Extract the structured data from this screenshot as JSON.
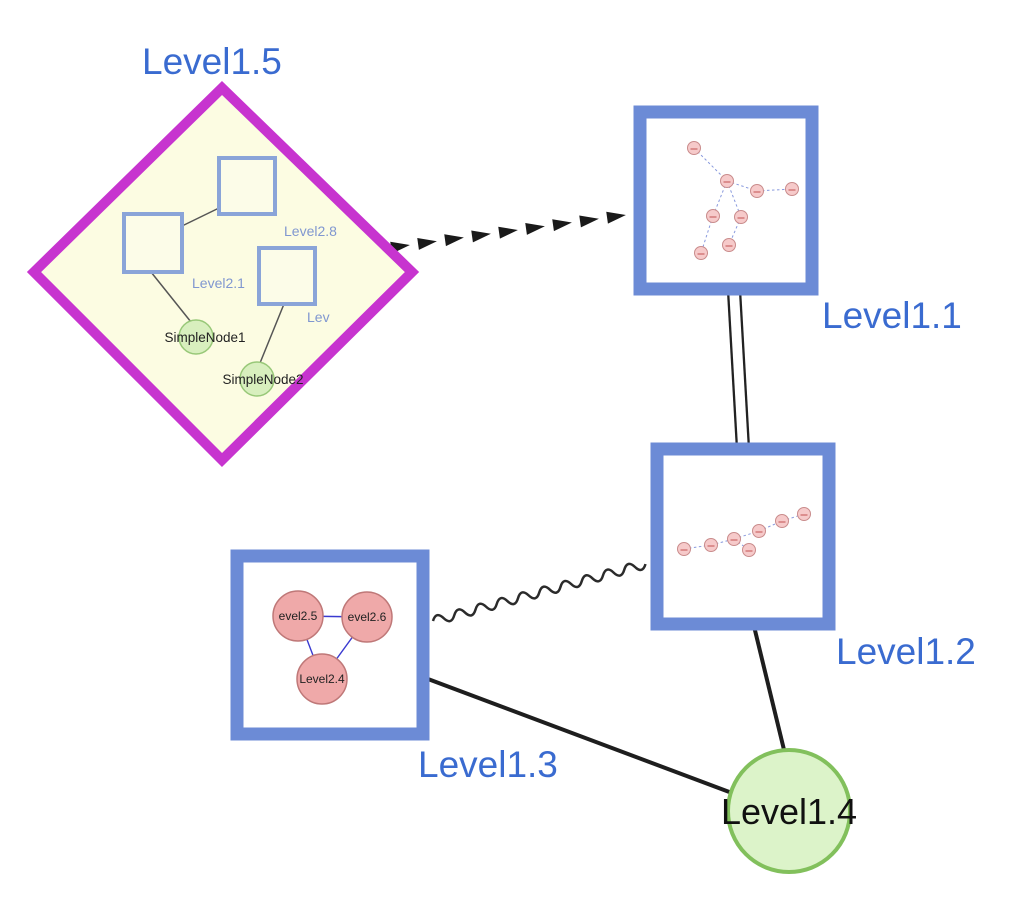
{
  "background_color": "#ffffff",
  "diagram": {
    "description": "Nested hierarchical graph with grouped nodes (Level1.x groups containing Level2.x nodes)",
    "colors": {
      "label_blue": "#3a6bd0",
      "node_border_blue": "#6c8bd6",
      "inner_square_border": "#8aa4d8",
      "diamond_border": "#c734cf",
      "diamond_fill": "#fcfce2",
      "green_node_fill": "#dcf3c9",
      "green_node_border": "#82c05c",
      "small_green_fill": "#d8efbe",
      "pink_node_fill": "#efa9a9",
      "pink_node_border": "#bf7878",
      "mini_node_fill": "#f6caca",
      "mini_node_border": "#c98b8b",
      "edge_black": "#1e1e1e",
      "inner_edge_blue": "#3a3ad0",
      "dashed_mini_edge_blue": "#8899dd"
    },
    "nodes": {
      "level15": {
        "label": "Level1.5",
        "type": "diamond-group"
      },
      "level11": {
        "label": "Level1.1",
        "type": "square-group"
      },
      "level12": {
        "label": "Level1.2",
        "type": "square-group"
      },
      "level13": {
        "label": "Level1.3",
        "type": "square-group"
      },
      "level14": {
        "label": "Level1.4",
        "type": "green-circle"
      },
      "level28": {
        "label": "Level2.8",
        "type": "inner-square"
      },
      "level21": {
        "label": "Level2.1",
        "type": "inner-square"
      },
      "lev": {
        "label": "Lev",
        "type": "inner-square-truncated-label"
      },
      "simplenode1": {
        "label": "SimpleNode1",
        "type": "small-green-circle"
      },
      "simplenode2": {
        "label": "SimpleNode2",
        "type": "small-green-circle"
      },
      "level25": {
        "label": "evel2.5",
        "type": "pink-circle"
      },
      "level26": {
        "label": "evel2.6",
        "type": "pink-circle"
      },
      "level24": {
        "label": "Level2.4",
        "type": "pink-circle"
      }
    },
    "edges": [
      {
        "from": "Level1.5",
        "to": "Level1.1",
        "style": "thick-dashed-arrowheads"
      },
      {
        "from": "Level1.1",
        "to": "Level1.2",
        "style": "double-parallel-line"
      },
      {
        "from": "Level1.3",
        "to": "Level1.2",
        "style": "wavy-line"
      },
      {
        "from": "Level1.3",
        "to": "Level1.4",
        "style": "solid-line"
      },
      {
        "from": "Level1.2",
        "to": "Level1.4",
        "style": "solid-line"
      },
      {
        "from": "Level2.8",
        "to": "Level2.1",
        "style": "thin-line"
      },
      {
        "from": "Level2.1",
        "to": "SimpleNode1",
        "style": "thin-line"
      },
      {
        "from": "Lev",
        "to": "SimpleNode2",
        "style": "thin-line"
      },
      {
        "from": "evel2.5",
        "to": "evel2.6",
        "style": "thin-blue-line"
      },
      {
        "from": "evel2.5",
        "to": "Level2.4",
        "style": "thin-blue-line"
      },
      {
        "from": "evel2.6",
        "to": "Level2.4",
        "style": "thin-blue-line"
      }
    ]
  }
}
